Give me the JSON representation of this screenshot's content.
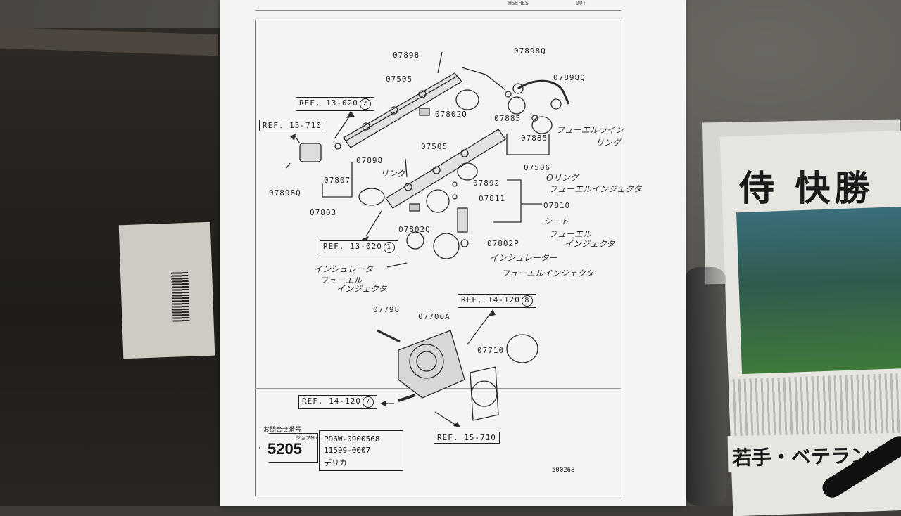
{
  "diagram": {
    "top_header": {
      "model": "HSEHES",
      "edition": "00T"
    },
    "part_numbers": [
      "07898",
      "07898Q",
      "07898Q",
      "07505",
      "07802Q",
      "07885",
      "07885",
      "07898",
      "07505",
      "07506",
      "07807",
      "07898Q",
      "07803",
      "07892",
      "07811",
      "07810",
      "07802Q",
      "07802P",
      "07798",
      "07700A",
      "07710"
    ],
    "refs": [
      {
        "text": "REF. 13-020",
        "circle": "2"
      },
      {
        "text": "REF. 15-710",
        "circle": ""
      },
      {
        "text": "REF. 13-020",
        "circle": "1"
      },
      {
        "text": "REF. 14-120",
        "circle": "8"
      },
      {
        "text": "REF. 14-120",
        "circle": "7"
      },
      {
        "text": "REF. 15-710",
        "circle": ""
      }
    ],
    "handwritten": [
      "フューエルライン",
      "リング",
      "リング",
      "Oリング",
      "フューエルインジェクタ",
      "シート",
      "フューエル",
      "インジェクタ",
      "インシュレーター",
      "フューエルインジェクタ",
      "インシュレータ",
      "フューエル",
      "インジェクタ"
    ],
    "contact_label": "お問合せ番号",
    "job_label": "ジョブNo.",
    "job_number": "5205",
    "info_lines": [
      "PD6W-0900568",
      "11599-0007",
      "デリカ"
    ],
    "diagram_number": "500268"
  },
  "newspaper": {
    "headline": "侍 快勝",
    "band": "若手・ベテラン"
  }
}
